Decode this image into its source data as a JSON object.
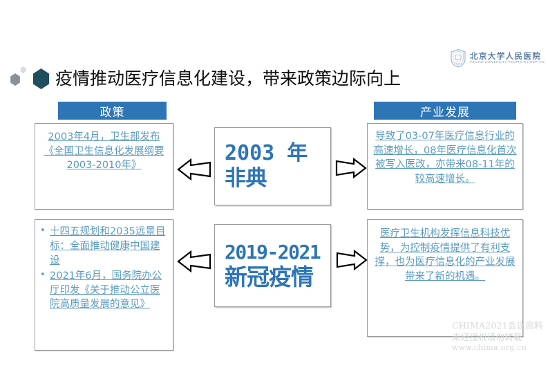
{
  "slide": {
    "title": "疫情推动医疗信息化建设，带来政策边际向上",
    "accent_blue": "#2E75B6",
    "body_blue": "#5b9bbd",
    "hex_dark": "#1f4e5f",
    "hex_gray": "#8a9196"
  },
  "logo": {
    "name_cn": "北京大学人民医院",
    "name_en": "PEKING UNIVERSITY PEOPLE'S HOSPITAL"
  },
  "columns": {
    "policy_header": "政策",
    "industry_header": "产业发展"
  },
  "rows": [
    {
      "event_line1": "2003 年",
      "event_line2": "非典",
      "policy_text": "2003年4月，卫生部发布《全国卫生信息化发展纲要 2003-2010年》",
      "industry_text": "导致了03-07年医疗信息行业的高速增长，08年医疗信息化首次被写入医改，亦带来08-11年的较高速增长。"
    },
    {
      "event_line1": "2019-2021",
      "event_line2": "新冠疫情",
      "policy_bullets": [
        "十四五规划和2035远景目标：全面推动健康中国建设",
        "2021年6月，国务院办公厅印发《关于推动公立医院高质量发展的意见》"
      ],
      "industry_text": "医疗卫生机构发挥信息科技优势，为控制疫情提供了有利支撑，也为医疗信息化的产业发展带来了新的机遇。"
    }
  ],
  "watermark": {
    "line1": "CHIMA2021会议资料",
    "line2": "未经授权请勿转载",
    "line3": "www.chima.org.cn"
  }
}
